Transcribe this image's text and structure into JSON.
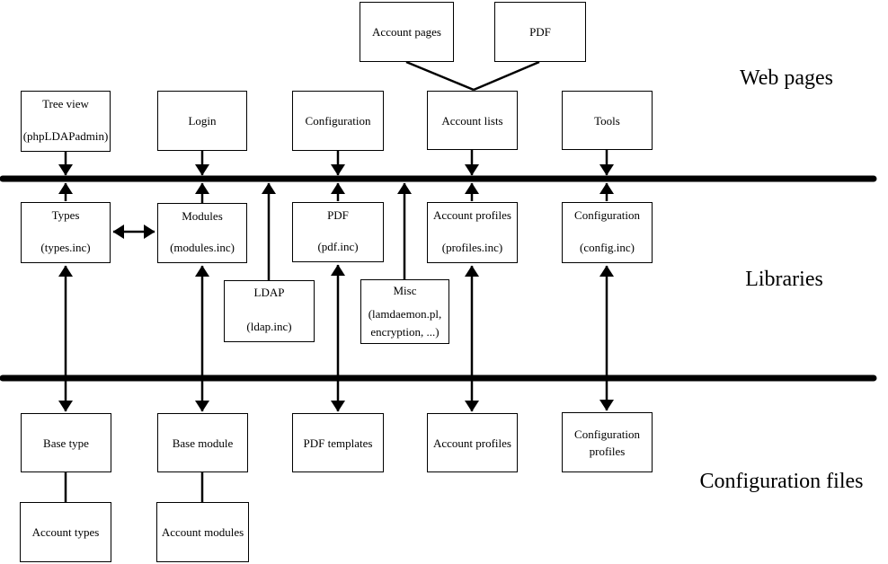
{
  "diagram": {
    "title_hint": "LDAP Account Manager architecture diagram",
    "line_color": "#000000",
    "background_color": "#ffffff"
  },
  "section_labels": {
    "web_pages": "Web pages",
    "libraries": "Libraries",
    "configuration_files": "Configuration files"
  },
  "top_row": {
    "account_pages": "Account pages",
    "pdf": "PDF"
  },
  "web_row": {
    "tree_view": {
      "line1": "Tree view",
      "line2": "(phpLDAPadmin)"
    },
    "login": "Login",
    "configuration": "Configuration",
    "account_lists": "Account lists",
    "tools": "Tools"
  },
  "library_row": {
    "types": {
      "line1": "Types",
      "line2": "(types.inc)"
    },
    "modules": {
      "line1": "Modules",
      "line2": "(modules.inc)"
    },
    "pdf": {
      "line1": "PDF",
      "line2": "(pdf.inc)"
    },
    "account_profiles": {
      "line1": "Account profiles",
      "line2": "(profiles.inc)"
    },
    "configuration": {
      "line1": "Configuration",
      "line2": "(config.inc)"
    },
    "ldap": {
      "line1": "LDAP",
      "line2": "(ldap.inc)"
    },
    "misc": {
      "line1": "Misc",
      "line2": "(lamdaemon.pl,",
      "line3": "encryption, ...)"
    }
  },
  "config_row": {
    "base_type": "Base type",
    "base_module": "Base module",
    "pdf_templates": "PDF templates",
    "account_profiles": "Account profiles",
    "configuration_profiles": {
      "line1": "Configuration",
      "line2": "profiles"
    }
  },
  "bottom_row": {
    "account_types": "Account types",
    "account_modules": "Account modules"
  }
}
